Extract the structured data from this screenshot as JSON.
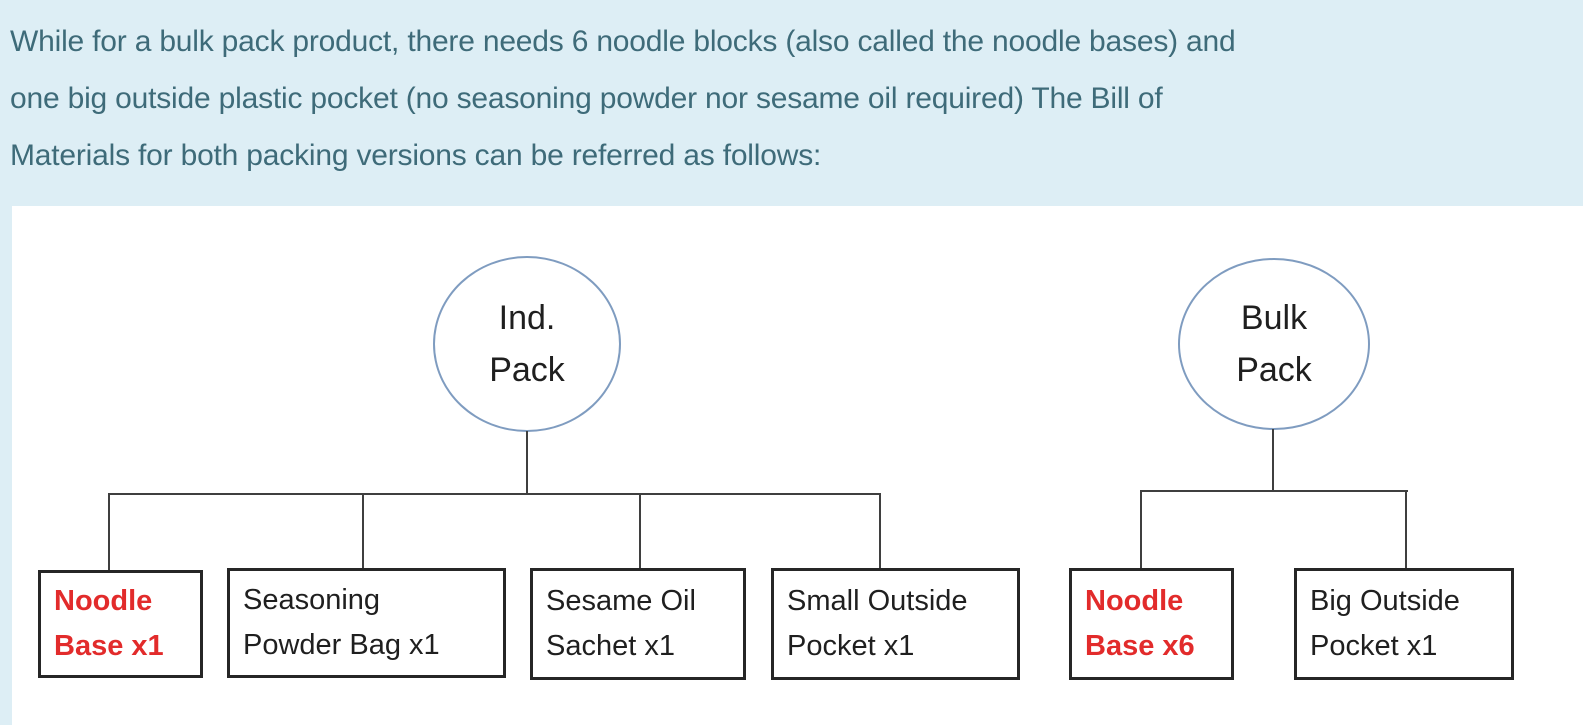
{
  "theme": {
    "page_bg": "#ddeef5",
    "panel_bg": "#ffffff",
    "intro_text": "#3e6b79",
    "circle_border": "#7f9cc0",
    "box_border": "#262626",
    "connector": "#3f3f3f",
    "red_text": "#e22b2b",
    "dark_text": "#1f1f1f"
  },
  "intro": {
    "lines": [
      "While for a bulk pack product, there needs 6 noodle blocks (also called the noodle bases) and",
      "one big outside plastic pocket (no seasoning powder nor sesame oil required) The Bill of",
      "Materials for both packing versions can be referred as follows:"
    ]
  },
  "diagram": {
    "trees": [
      {
        "id": "ind-pack",
        "root": {
          "lines": [
            "Ind.",
            "Pack"
          ]
        },
        "children": [
          {
            "lines": [
              "Noodle",
              "Base x1"
            ],
            "highlight": true
          },
          {
            "lines": [
              "Seasoning",
              "Powder Bag x1"
            ],
            "highlight": false
          },
          {
            "lines": [
              "Sesame Oil",
              "Sachet x1"
            ],
            "highlight": false
          },
          {
            "lines": [
              "Small Outside",
              "Pocket x1"
            ],
            "highlight": false
          }
        ]
      },
      {
        "id": "bulk-pack",
        "root": {
          "lines": [
            "Bulk",
            "Pack"
          ]
        },
        "children": [
          {
            "lines": [
              "Noodle",
              "Base x6"
            ],
            "highlight": true
          },
          {
            "lines": [
              "Big Outside",
              "Pocket x1"
            ],
            "highlight": false
          }
        ]
      }
    ]
  }
}
